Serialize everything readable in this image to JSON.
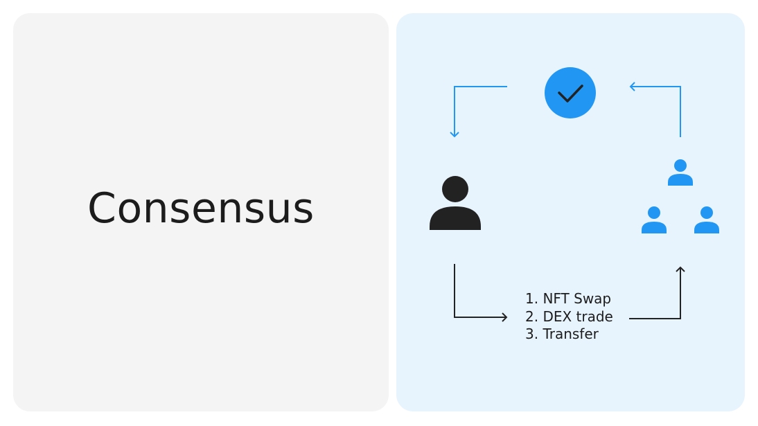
{
  "title": "Consensus",
  "steps": [
    "1. NFT Swap",
    "2. DEX trade",
    "3. Transfer"
  ],
  "colors": {
    "left_panel": "#f4f4f4",
    "right_panel": "#e8f4fd",
    "accent_blue": "#2196f3",
    "dark": "#222222"
  },
  "icons": {
    "check": "check-circle-icon",
    "user": "user-icon",
    "validators": "validator-group-icon"
  }
}
